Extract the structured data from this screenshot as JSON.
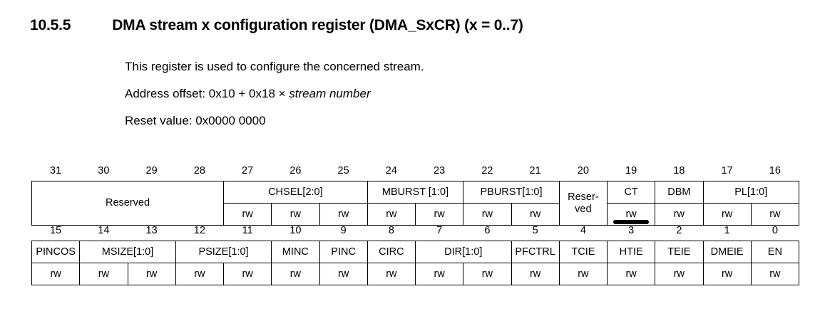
{
  "heading": {
    "number": "10.5.5",
    "title": "DMA stream x configuration register (DMA_SxCR) (x = 0..7)"
  },
  "body": {
    "line1": "This register is used to configure the concerned stream.",
    "line2_prefix": "Address offset: 0x10 + 0x18 × ",
    "line2_italic": "stream number",
    "line3": "Reset value: 0x0000 0000"
  },
  "access_rw": "rw",
  "reserved_label": "Reserved",
  "reserved_hyphen_line1": "Reser-",
  "reserved_hyphen_line2": "ved",
  "register": {
    "high": {
      "bits": [
        "31",
        "30",
        "29",
        "28",
        "27",
        "26",
        "25",
        "24",
        "23",
        "22",
        "21",
        "20",
        "19",
        "18",
        "17",
        "16"
      ],
      "fields": [
        {
          "label": "Reserved",
          "span": 4,
          "rowspan": 2,
          "access": null
        },
        {
          "label": "CHSEL[2:0]",
          "span": 3,
          "rowspan": 1,
          "access": "rw"
        },
        {
          "label": "MBURST [1:0]",
          "span": 2,
          "rowspan": 1,
          "access": "rw"
        },
        {
          "label": "PBURST[1:0]",
          "span": 2,
          "rowspan": 1,
          "access": "rw"
        },
        {
          "label": "Reser-ved",
          "span": 1,
          "rowspan": 2,
          "access": null
        },
        {
          "label": "CT",
          "span": 1,
          "rowspan": 1,
          "access": "rw",
          "annotated": true
        },
        {
          "label": "DBM",
          "span": 1,
          "rowspan": 1,
          "access": "rw"
        },
        {
          "label": "PL[1:0]",
          "span": 2,
          "rowspan": 1,
          "access": "rw"
        }
      ]
    },
    "low": {
      "bits": [
        "15",
        "14",
        "13",
        "12",
        "11",
        "10",
        "9",
        "8",
        "7",
        "6",
        "5",
        "4",
        "3",
        "2",
        "1",
        "0"
      ],
      "fields": [
        {
          "label": "PINCOS",
          "span": 1,
          "rowspan": 1,
          "access": "rw"
        },
        {
          "label": "MSIZE[1:0]",
          "span": 2,
          "rowspan": 1,
          "access": "rw"
        },
        {
          "label": "PSIZE[1:0]",
          "span": 2,
          "rowspan": 1,
          "access": "rw"
        },
        {
          "label": "MINC",
          "span": 1,
          "rowspan": 1,
          "access": "rw"
        },
        {
          "label": "PINC",
          "span": 1,
          "rowspan": 1,
          "access": "rw"
        },
        {
          "label": "CIRC",
          "span": 1,
          "rowspan": 1,
          "access": "rw"
        },
        {
          "label": "DIR[1:0]",
          "span": 2,
          "rowspan": 1,
          "access": "rw"
        },
        {
          "label": "PFCTRL",
          "span": 1,
          "rowspan": 1,
          "access": "rw"
        },
        {
          "label": "TCIE",
          "span": 1,
          "rowspan": 1,
          "access": "rw"
        },
        {
          "label": "HTIE",
          "span": 1,
          "rowspan": 1,
          "access": "rw"
        },
        {
          "label": "TEIE",
          "span": 1,
          "rowspan": 1,
          "access": "rw"
        },
        {
          "label": "DMEIE",
          "span": 1,
          "rowspan": 1,
          "access": "rw"
        },
        {
          "label": "EN",
          "span": 1,
          "rowspan": 1,
          "access": "rw"
        }
      ]
    }
  },
  "annotation": {
    "type": "highlight-underline-bar",
    "target_bit": "19",
    "target_field": "CT",
    "color": "#000000"
  }
}
